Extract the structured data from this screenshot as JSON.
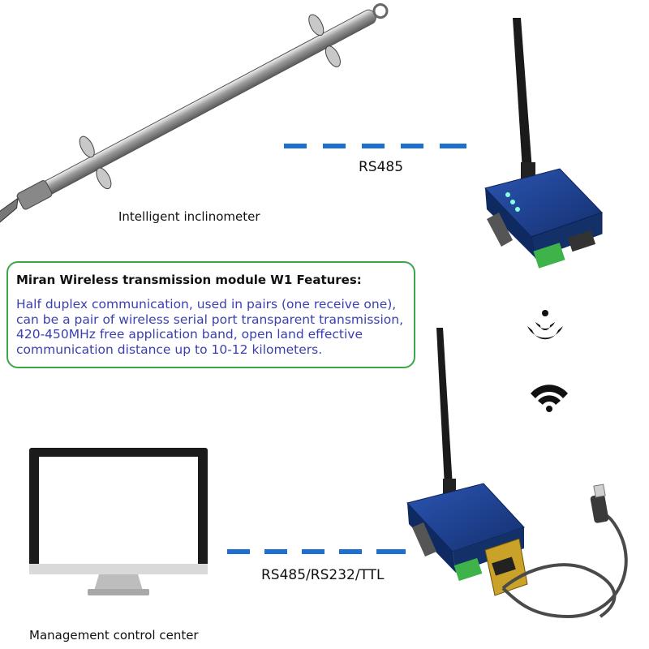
{
  "labels": {
    "inclinometer": "Intelligent inclinometer",
    "link_top": "RS485",
    "link_bottom": "RS485/RS232/TTL",
    "control_center": "Management control center"
  },
  "feature_box": {
    "title": "Miran Wireless transmission module W1 Features:",
    "body": "Half duplex communication, used in pairs (one receive one), can be a pair of wireless serial port transparent transmission, 420-450MHz free application band, open land effective communication distance up to 10-12 kilometers."
  },
  "colors": {
    "link_dash": "#1e6fd0",
    "box_border": "#3aa84a",
    "body_text": "#3b3fb0",
    "module_blue": "#1d3f8f"
  },
  "icons": [
    "inclinometer-image",
    "antenna-icon",
    "wireless-module-image",
    "wifi-icon",
    "monitor-icon",
    "usb-serial-cable-image"
  ]
}
